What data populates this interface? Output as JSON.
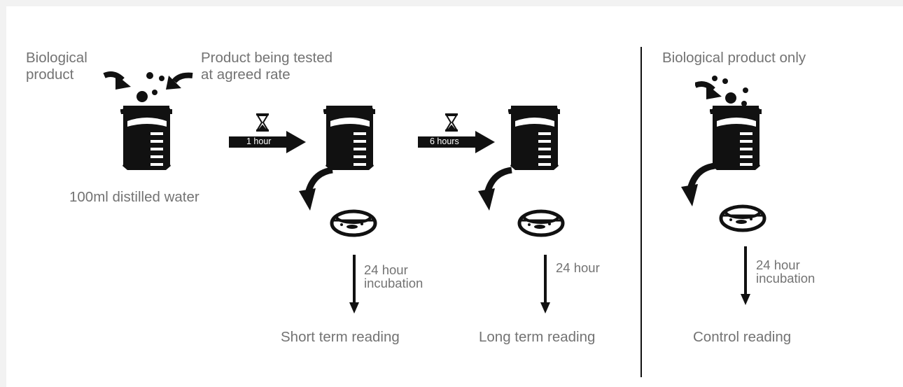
{
  "inputs": {
    "biological_product": [
      "Biological",
      "product"
    ],
    "product_tested": [
      "Product being tested",
      "at agreed rate"
    ],
    "water": "100ml distilled water"
  },
  "steps": [
    {
      "duration": "1 hour"
    },
    {
      "duration": "6 hours"
    }
  ],
  "readings": {
    "short": {
      "incubation": [
        "24 hour",
        "incubation"
      ],
      "label": "Short term reading"
    },
    "long": {
      "incubation": [
        "24 hour"
      ],
      "label": "Long term reading"
    }
  },
  "control": {
    "title": "Biological product only",
    "incubation": [
      "24 hour",
      "incubation"
    ],
    "label": "Control reading"
  },
  "icons": [
    "beaker-icon",
    "hourglass-icon",
    "petri-dish-icon",
    "pour-arrow-icon",
    "down-arrow-icon",
    "right-arrow-icon"
  ],
  "colors": {
    "ink": "#111111",
    "text": "#737373",
    "background": "#ffffff",
    "frame": "#f2f2f2"
  }
}
